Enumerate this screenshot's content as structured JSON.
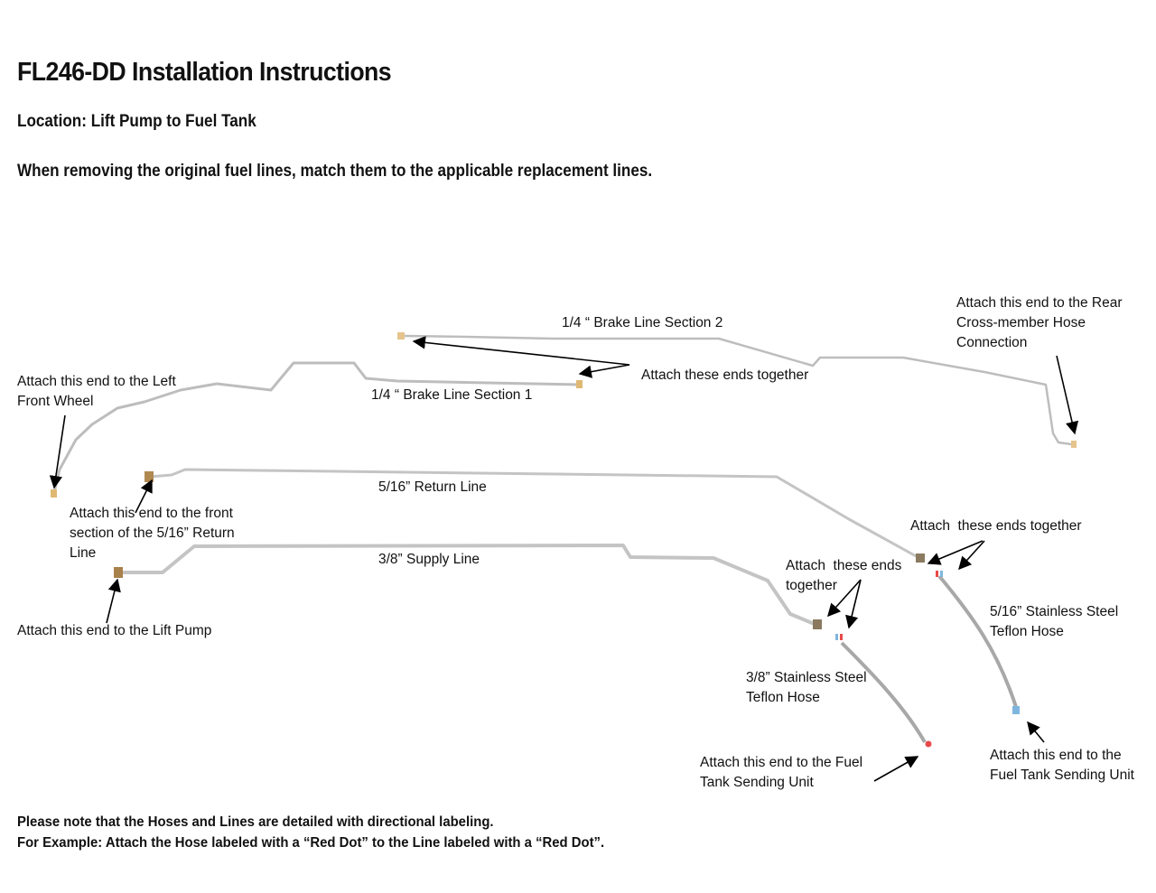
{
  "header": {
    "title": "FL246-DD Installation Instructions",
    "location": "Location: Lift Pump to Fuel Tank",
    "instruction": "When removing the original fuel lines, match them to the applicable replacement lines."
  },
  "parts": {
    "brake_line_1": "1/4 “ Brake Line Section 1",
    "brake_line_2": "1/4 “ Brake Line Section 2",
    "return_line": "5/16” Return Line",
    "supply_line": "3/8” Supply Line",
    "hose_516": [
      "5/16” Stainless Steel",
      "Teflon Hose"
    ],
    "hose_38": [
      "3/8” Stainless Steel",
      "Teflon Hose"
    ]
  },
  "callouts": {
    "left_front_wheel": [
      "Attach this end to the Left",
      "Front Wheel"
    ],
    "brake_join": "Attach these ends together",
    "rear_crossmember": [
      "Attach this end to the Rear",
      "Cross-member Hose",
      "Connection"
    ],
    "return_front": [
      "Attach this end to the front",
      "section of the 5/16” Return",
      "Line"
    ],
    "lift_pump": "Attach this end to the Lift Pump",
    "return_join": "Attach  these ends together",
    "supply_join": [
      "Attach  these ends",
      "together"
    ],
    "tank_unit_38": [
      "Attach this end to the Fuel",
      "Tank Sending Unit"
    ],
    "tank_unit_516": [
      "Attach this end to the",
      "Fuel Tank Sending Unit"
    ]
  },
  "footer": {
    "note_1": "Please note that the Hoses and Lines are detailed with directional labeling.",
    "note_2": "For Example: Attach the Hose labeled with a “Red Dot” to the Line labeled with a “Red Dot”."
  },
  "colors": {
    "line": "#c9c9c9",
    "fitting": "#c8a060",
    "red_dot": "#e84a4a",
    "blue_dot": "#7fb6e0",
    "arrow": "#000000"
  }
}
